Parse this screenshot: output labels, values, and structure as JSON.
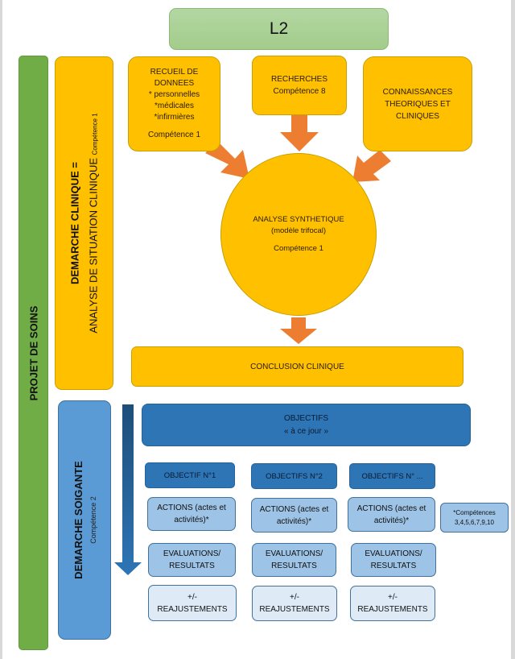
{
  "title": "L2",
  "side_labels": {
    "projet": "PROJET DE SOINS",
    "demarche_clinique_title": "DEMARCHE CLINIQUE =",
    "demarche_clinique_sub": "ANALYSE DE SITUATION CLINIQUE",
    "demarche_clinique_comp": "Compétence 1",
    "demarche_soignante_title": "DEMARCHE SOIGANTE",
    "demarche_soignante_comp": "Compétence 2"
  },
  "clinical": {
    "recueil": [
      "RECUEIL DE",
      "DONNEES",
      "* personnelles",
      "*médicales",
      "*infirmières",
      "Compétence 1"
    ],
    "recherches": [
      "RECHERCHES",
      "Compétence 8"
    ],
    "connaissances": [
      "CONNAISSANCES",
      "THEORIQUES ET",
      "CLINIQUES"
    ],
    "analyse": [
      "ANALYSE SYNTHETIQUE",
      "(modèle trifocal)",
      "Compétence 1"
    ],
    "conclusion": "CONCLUSION CLINIQUE"
  },
  "care": {
    "objectifs": [
      "OBJECTIFS",
      "« à ce jour »"
    ],
    "columns": [
      {
        "objective": "OBJECTIF N°1",
        "actions": [
          "ACTIONS (actes et",
          "activités)*"
        ],
        "evaluations": [
          "EVALUATIONS/",
          "RESULTATS"
        ],
        "reajust": [
          "+/-",
          "REAJUSTEMENTS"
        ]
      },
      {
        "objective": "OBJECTIFS N°2",
        "actions": [
          "ACTIONS (actes et",
          "activités)*"
        ],
        "evaluations": [
          "EVALUATIONS/",
          "RESULTATS"
        ],
        "reajust": [
          "+/-",
          "REAJUSTEMENTS"
        ]
      },
      {
        "objective": "OBJECTIFS N° ...",
        "actions": [
          "ACTIONS (actes et",
          "activités)*"
        ],
        "evaluations": [
          "EVALUATIONS/",
          "RESULTATS"
        ],
        "reajust": [
          "+/-",
          "REAJUSTEMENTS"
        ]
      }
    ],
    "competences_note": [
      "*Compétences",
      "3,4,5,6,7,9,10"
    ]
  },
  "colors": {
    "green_header": "#a9d18e",
    "green_side": "#70ad47",
    "yellow": "#ffc000",
    "orange_arrow": "#ed7d31",
    "blue_dark": "#2e75b6",
    "blue_mid": "#5b9bd5",
    "blue_light": "#9dc3e6",
    "blue_pale": "#deebf7"
  }
}
